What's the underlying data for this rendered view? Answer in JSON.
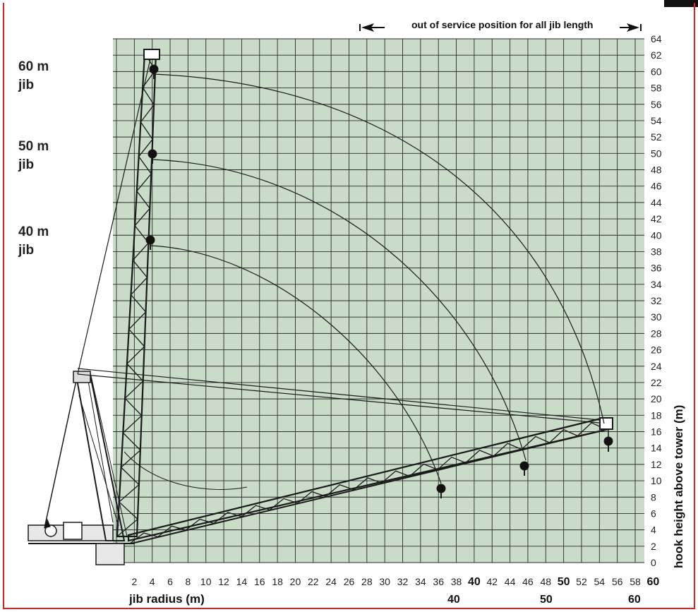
{
  "banner": {
    "text": "out of service position for all jib length"
  },
  "jib_labels": [
    {
      "top": "60 m",
      "bottom": "jib"
    },
    {
      "top": "50 m",
      "bottom": "jib"
    },
    {
      "top": "40 m",
      "bottom": "jib"
    }
  ],
  "x_axis": {
    "title": "jib radius (m)",
    "ticks": [
      "2",
      "4",
      "6",
      "8",
      "10",
      "12",
      "14",
      "16",
      "18",
      "20",
      "22",
      "24",
      "26",
      "28",
      "30",
      "32",
      "34",
      "36",
      "38",
      "40",
      "42",
      "44",
      "46",
      "48",
      "50",
      "52",
      "54",
      "56",
      "58",
      "60"
    ],
    "bold_ticks": [
      "40",
      "50",
      "60"
    ],
    "secondary_labels": [
      "40",
      "50",
      "60"
    ]
  },
  "y_axis": {
    "title": "hook height above tower (m)",
    "ticks": [
      "0",
      "2",
      "4",
      "6",
      "8",
      "10",
      "12",
      "14",
      "16",
      "18",
      "20",
      "22",
      "24",
      "26",
      "28",
      "30",
      "32",
      "34",
      "36",
      "38",
      "40",
      "42",
      "44",
      "46",
      "48",
      "50",
      "52",
      "54",
      "56",
      "58",
      "60",
      "62",
      "64"
    ]
  },
  "colors": {
    "grid_bg": "#c8dcc8",
    "grid_line": "#2a2a2a",
    "ink": "#1a1a1a",
    "border": "#e02020"
  }
}
